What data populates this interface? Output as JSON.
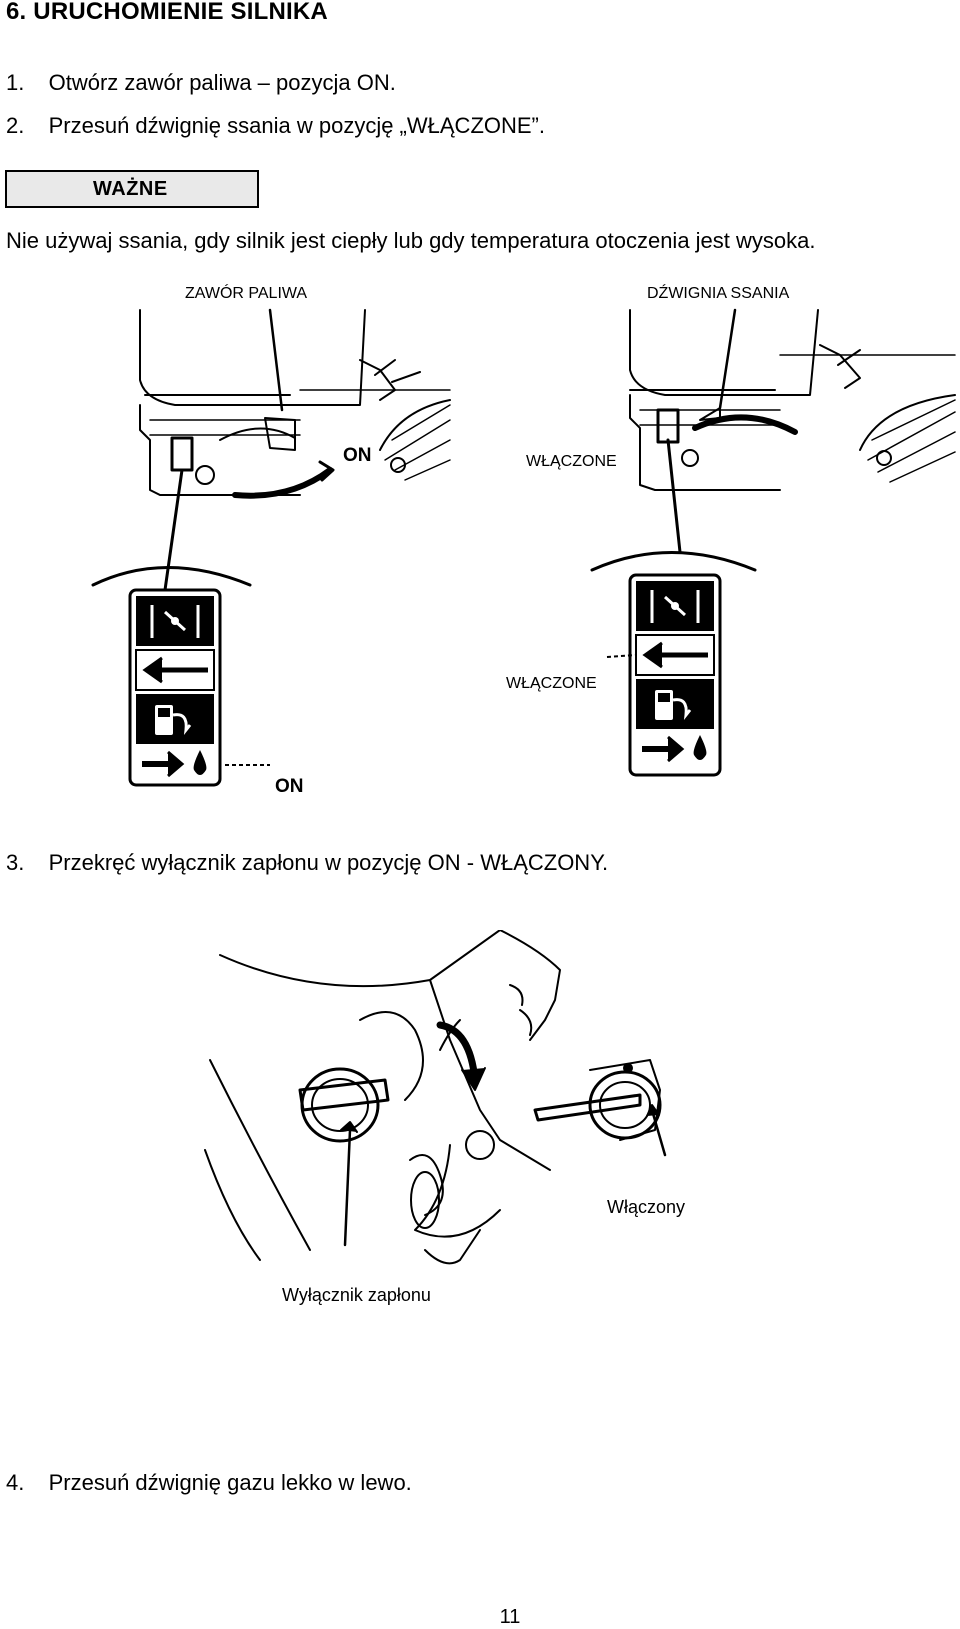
{
  "section": {
    "title": "6. URUCHOMIENIE SILNIKA"
  },
  "steps": [
    {
      "num": "1.",
      "text": "Otwórz zawór paliwa – pozycja ON."
    },
    {
      "num": "2.",
      "text": "Przesuń dźwignię ssania w pozycję „WŁĄCZONE”."
    },
    {
      "num": "3.",
      "text": "Przekręć wyłącznik zapłonu w pozycję ON - WŁĄCZONY."
    },
    {
      "num": "4.",
      "text": "Przesuń dźwignię gazu lekko w lewo."
    }
  ],
  "important": {
    "label": "WAŻNE",
    "text": "Nie używaj ssania, gdy silnik jest ciepły lub gdy temperatura otoczenia jest wysoka."
  },
  "figure1": {
    "left_caption": "ZAWÓR PALIWA",
    "right_caption": "DŹWIGNIA SSANIA",
    "on_label_top": "ON",
    "on_label_bottom": "ON",
    "wlaczone_top": "WŁĄCZONE",
    "wlaczone_bottom": "WŁĄCZONE"
  },
  "figure2": {
    "switch_label": "Wyłącznik zapłonu",
    "on_label": "Włączony"
  },
  "footer": {
    "page_number": "11"
  }
}
